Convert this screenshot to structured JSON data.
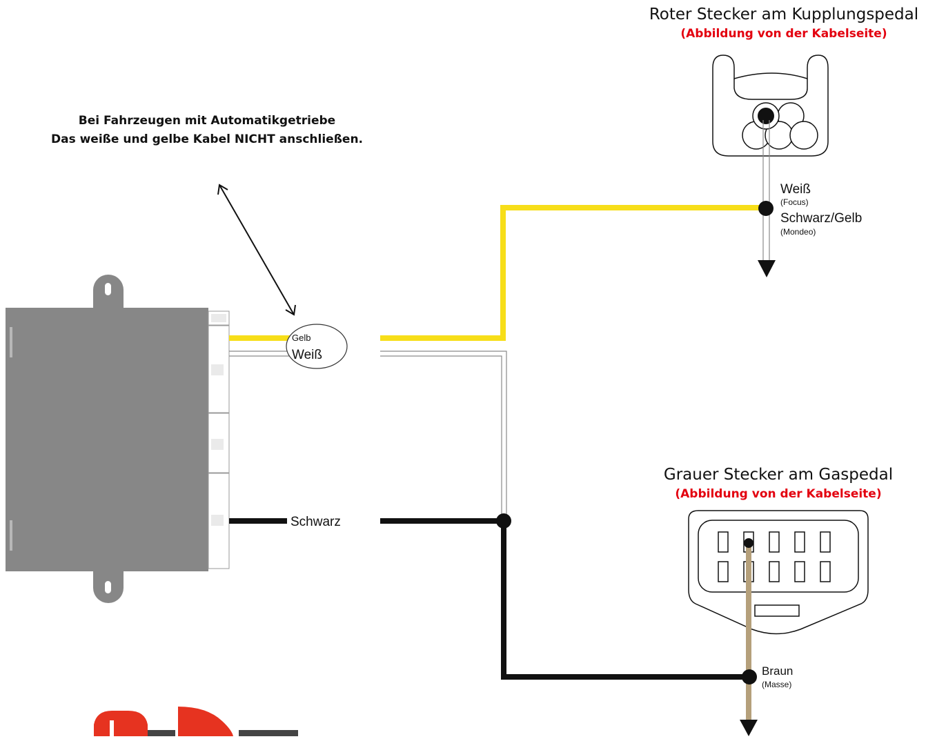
{
  "note": {
    "line1": "Bei Fahrzeugen mit Automatikgetriebe",
    "line2": "Das weiße und gelbe Kabel NICHT anschließen."
  },
  "clutch_connector": {
    "title": "Roter Stecker am Kupplungspedal",
    "subtitle": "(Abbildung von der Kabelseite)",
    "wire_label_1": "Weiß",
    "wire_note_1": "(Focus)",
    "wire_label_2": "Schwarz/Gelb",
    "wire_note_2": "(Mondeo)"
  },
  "gas_connector": {
    "title": "Grauer Stecker am Gaspedal",
    "subtitle": "(Abbildung von der Kabelseite)",
    "wire_label": "Braun",
    "wire_note": "(Masse)"
  },
  "module_wires": {
    "yellow": "Gelb",
    "white": "Weiß",
    "black": "Schwarz"
  },
  "colors": {
    "yellow_wire": "#f7de19",
    "black_wire": "#111111",
    "brown_wire": "#b5a07b",
    "module_gray": "#878787",
    "accent_red": "#e3000f",
    "logo_red": "#e63320"
  }
}
